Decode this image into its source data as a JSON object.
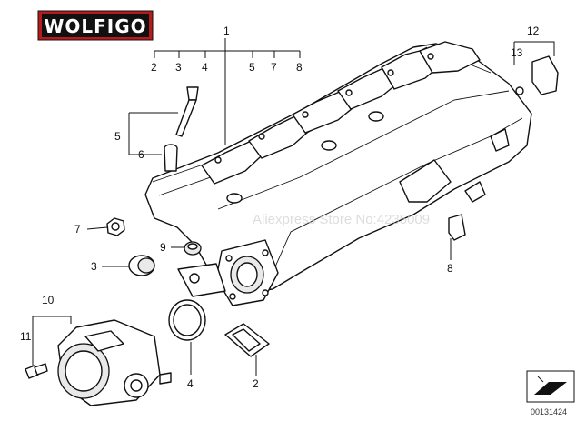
{
  "brand": {
    "logo_text": "WOLFIGO",
    "logo_color": "#b71c1c"
  },
  "watermark": "Aliexpress Store No:4235009",
  "reference_number": "00131424",
  "callouts": {
    "c1": "1",
    "c2a": "2",
    "c3a": "3",
    "c4a": "4",
    "c5a": "5",
    "c7a": "7",
    "c8a": "8",
    "c5b": "5",
    "c6": "6",
    "c7b": "7",
    "c9": "9",
    "c3b": "3",
    "c10": "10",
    "c11": "11",
    "c4b": "4",
    "c2b": "2",
    "c8b": "8",
    "c12": "12",
    "c13": "13"
  }
}
